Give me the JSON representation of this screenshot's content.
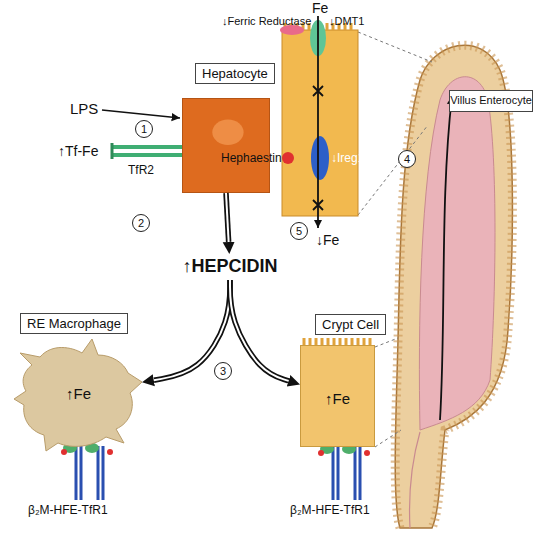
{
  "diagram": {
    "nodes": [
      {
        "text": [
          "Hepatocyte"
        ]
      },
      {
        "text": [
          "↑HEPCIDIN"
        ]
      },
      {
        "text": [
          "RE Macrophage",
          "↑Fe"
        ]
      },
      {
        "text": [
          "Crypt Cell",
          "↑Fe"
        ]
      },
      {
        "text": [
          "Villus Enterocyte"
        ]
      }
    ],
    "edges": [
      {
        "from": 0,
        "to": 1,
        "arrow": "to"
      },
      {
        "from": 1,
        "to": 2,
        "arrow": "to"
      },
      {
        "from": 1,
        "to": 3,
        "arrow": "to"
      }
    ],
    "labels": [
      "Fe",
      "↓Ferric Reductase",
      "↓DMT1",
      "LPS",
      "1",
      "↑Tf-Fe",
      "TfR2",
      "Hephaestin",
      "↓Ireg1",
      "5",
      "↓Fe",
      "2",
      "4",
      "3",
      "β₂M-HFE-TfR1",
      "β₂M-HFE-TfR1"
    ]
  }
}
